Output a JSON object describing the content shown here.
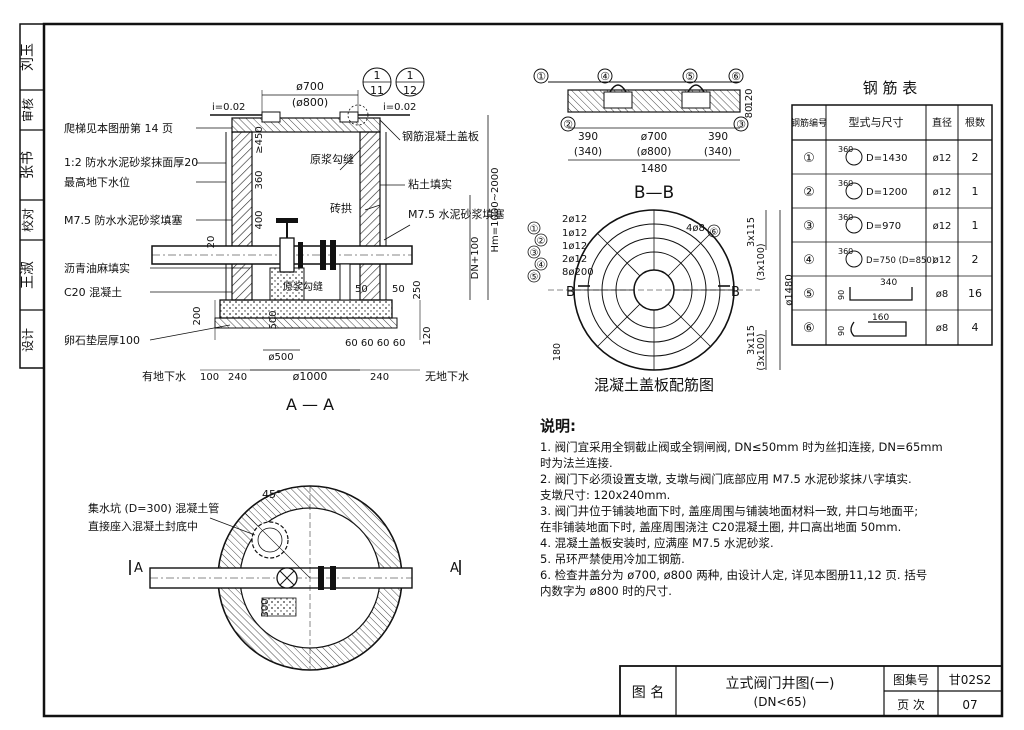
{
  "side_strip": {
    "design_label": "设计",
    "check_label": "校对",
    "review_label": "审核",
    "design_sign": "王淑",
    "check_sign": "张书",
    "review_sign": "刘玉"
  },
  "section_aa": {
    "title": "A — A",
    "labels": {
      "ladder": "爬梯见本图册第 14 页",
      "plaster": "1:2 防水水泥砂浆抹面厚20",
      "gw_level": "最高地下水位",
      "mortar_fill": "M7.5 防水水泥砂浆填塞",
      "asphalt": "沥青油麻填实",
      "concrete": "C20 混凝土",
      "gravel": "卵石垫层厚100",
      "with_gw": "有地下水",
      "without_gw": "无地下水",
      "cover": "钢筋混凝土盖板",
      "joint1": "原浆勾缝",
      "clay": "粘土填实",
      "brick": "砖拱",
      "m75": "M7.5 水泥砂浆填塞",
      "joint2": "原浆勾缝",
      "slope1": "i=0.02",
      "slope2": "i=0.02"
    },
    "dims": {
      "d700": "ø700",
      "d800": "(ø800)",
      "d1000": "ø1000",
      "d500": "ø500",
      "h450": "≥450",
      "h360": "360",
      "h400": "400",
      "h20": "20",
      "h250": "250",
      "h50": "50",
      "h200": "200",
      "h120": "120",
      "h500": "500",
      "hm": "Hm=1000~2000",
      "dn100": "DN+100",
      "w100": "100",
      "w240a": "240",
      "w240b": "240",
      "w60": "60 60 60 60",
      "w50": "50",
      "callout1_top": "1",
      "callout1_bottom": "11",
      "callout2_top": "1",
      "callout2_bottom": "12"
    }
  },
  "section_bb": {
    "title": "B—B",
    "dims": [
      "390",
      "ø700",
      "390",
      "(340)",
      "(ø800)",
      "(340)",
      "1480",
      "120",
      "80"
    ],
    "markers": [
      "①",
      "②",
      "③",
      "④",
      "⑤",
      "⑥"
    ]
  },
  "slab": {
    "title": "混凝土盖板配筋图",
    "labels": [
      "2ø12",
      "1ø12",
      "1ø12",
      "2ø12",
      "8ø200",
      "4ø8"
    ],
    "markers": [
      "①",
      "②",
      "③",
      "④",
      "⑤",
      "⑥"
    ],
    "dims": [
      "3x115",
      "(3x100)",
      "ø1480",
      "3x115",
      "(3x100)",
      "180"
    ],
    "section_mark": "B"
  },
  "plan": {
    "sump_label_1": "集水坑 (D=300) 混凝土管",
    "sump_label_2": "直接座入混凝土封底中",
    "angle": "45°",
    "dim300": "300",
    "section_mark": "A"
  },
  "rebar_table": {
    "title": "钢 筋 表",
    "headers": [
      "钢筋编号",
      "型式与尺寸",
      "直径",
      "根数"
    ],
    "rows": [
      {
        "no": "①",
        "shape": "D=1430",
        "angle": "360",
        "dia": "ø12",
        "count": "2"
      },
      {
        "no": "②",
        "shape": "D=1200",
        "angle": "360",
        "dia": "ø12",
        "count": "1"
      },
      {
        "no": "③",
        "shape": "D=970",
        "angle": "360",
        "dia": "ø12",
        "count": "1"
      },
      {
        "no": "④",
        "shape": "D=750 (D=850)",
        "angle": "360",
        "dia": "ø12",
        "count": "2"
      },
      {
        "no": "⑤",
        "shape": "340",
        "angle": "90",
        "dia": "ø8",
        "count": "16"
      },
      {
        "no": "⑥",
        "shape": "160",
        "angle": "90",
        "dia": "ø8",
        "count": "4"
      }
    ]
  },
  "notes": {
    "title": "说明:",
    "items": [
      "1. 阀门宜采用全铜截止阀或全铜闸阀, DN≤50mm 时为丝扣连接, DN=65mm",
      "   时为法兰连接.",
      "2. 阀门下必须设置支墩, 支墩与阀门底部应用 M7.5 水泥砂浆抹八字填实.",
      "   支墩尺寸: 120x240mm.",
      "3. 阀门井位于铺装地面下时, 盖座周围与铺装地面材料一致, 井口与地面平;",
      "   在非铺装地面下时, 盖座周围浇注 C20混凝土圈, 井口高出地面 50mm.",
      "4. 混凝土盖板安装时, 应满座 M7.5 水泥砂浆.",
      "5. 吊环严禁使用冷加工钢筋.",
      "6. 检查井盖分为 ø700, ø800 两种, 由设计人定, 详见本图册11,12 页. 括号",
      "   内数字为 ø800 时的尺寸."
    ]
  },
  "title_block": {
    "name_label": "图 名",
    "title_1": "立式阀门井图(一)",
    "title_2": "(DN<65)",
    "atlas_label": "图集号",
    "atlas_no": "甘02S2",
    "page_label": "页 次",
    "page_no": "07"
  }
}
